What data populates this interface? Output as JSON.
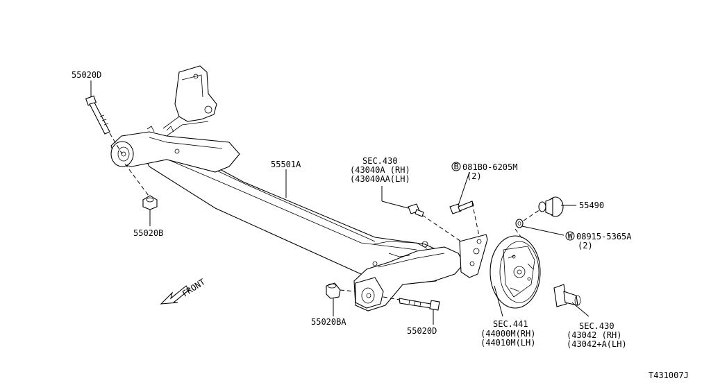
{
  "labels": {
    "p55020d_top": "55020D",
    "p55020b": "55020B",
    "p55501a": "55501A",
    "sec430_top_title": "SEC.430",
    "sec430_top_rh": "(43040A (RH)",
    "sec430_top_lh": "(43040AA(LH)",
    "bolt_b_code": "081B0-6205M",
    "bolt_b_qty": "(2)",
    "bolt_b_marker": "B",
    "p55490": "55490",
    "washer_w_code": "08915-5365A",
    "washer_w_qty": "(2)",
    "washer_w_marker": "W",
    "p55020ba": "55020BA",
    "p55020d_bottom": "55020D",
    "sec441_title": "SEC.441",
    "sec441_rh": "(44000M(RH)",
    "sec441_lh": "(44010M(LH)",
    "sec430_bottom_title": "SEC.430",
    "sec430_bottom_rh": "(43042   (RH)",
    "sec430_bottom_lh": "(43042+A(LH)",
    "front": "FRONT",
    "diagram_id": "T431007J"
  }
}
